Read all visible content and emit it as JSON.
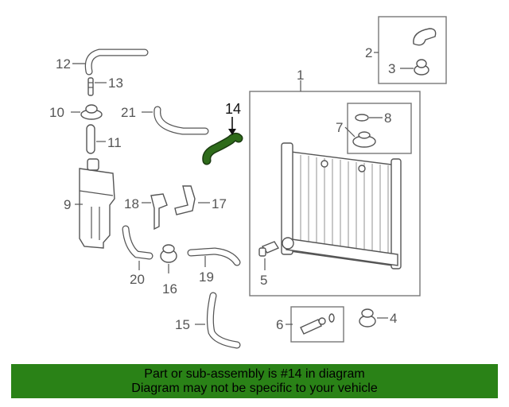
{
  "labels": {
    "p1": "1",
    "p2": "2",
    "p3": "3",
    "p4": "4",
    "p5": "5",
    "p6": "6",
    "p7": "7",
    "p8": "8",
    "p9": "9",
    "p10": "10",
    "p11": "11",
    "p12": "12",
    "p13": "13",
    "p14": "14",
    "p15": "15",
    "p16": "16",
    "p17": "17",
    "p18": "18",
    "p19": "19",
    "p20": "20",
    "p21": "21"
  },
  "highlight": {
    "part": "14",
    "color": "#2e6b1a"
  },
  "banner": {
    "line1": "Part or sub-assembly is #14 in diagram",
    "line2": "Diagram may not be specific to your vehicle",
    "color": "#2a8217"
  }
}
